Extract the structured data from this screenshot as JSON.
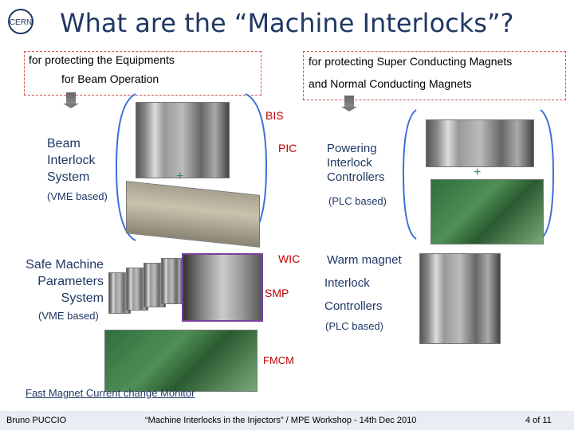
{
  "title": "What are the “Machine Interlocks”?",
  "logo_text": "CERN",
  "left_header": {
    "line1": "for protecting the Equipments",
    "line2": "for Beam Operation"
  },
  "right_header": {
    "line1": "for protecting Super Conducting Magnets",
    "line2": "and Normal Conducting Magnets"
  },
  "bis": "BIS",
  "bis_system": {
    "line1": "Beam",
    "line2": "Interlock",
    "line3": "System",
    "note": "(VME based)"
  },
  "pic": "PIC",
  "pic_system": {
    "line1": "Powering",
    "line2": "Interlock",
    "line3": "Controllers",
    "note": "(PLC based)"
  },
  "plus_left": "+",
  "plus_right": "+",
  "smp_system": {
    "line1": "Safe Machine",
    "line2": "Parameters",
    "line3": "System",
    "note": "(VME based)"
  },
  "wic": "WIC",
  "smp": "SMP",
  "wic_system": {
    "line1": "Warm magnet",
    "line2": "Interlock",
    "line3": "Controllers",
    "note": "(PLC based)"
  },
  "fmcm": "FMCM",
  "fmcm_caption": "Fast Magnet Current change Monitor",
  "footer": {
    "author": "Bruno PUCCIO",
    "talk": "“Machine Interlocks in the Injectors” / MPE Workshop - 14th Dec 2010",
    "page": "4 of 11"
  },
  "colors": {
    "title": "#1f3864",
    "dashed_box": "#d9534f",
    "brace": "#3a6fd8",
    "plus": "#2e8b57"
  }
}
